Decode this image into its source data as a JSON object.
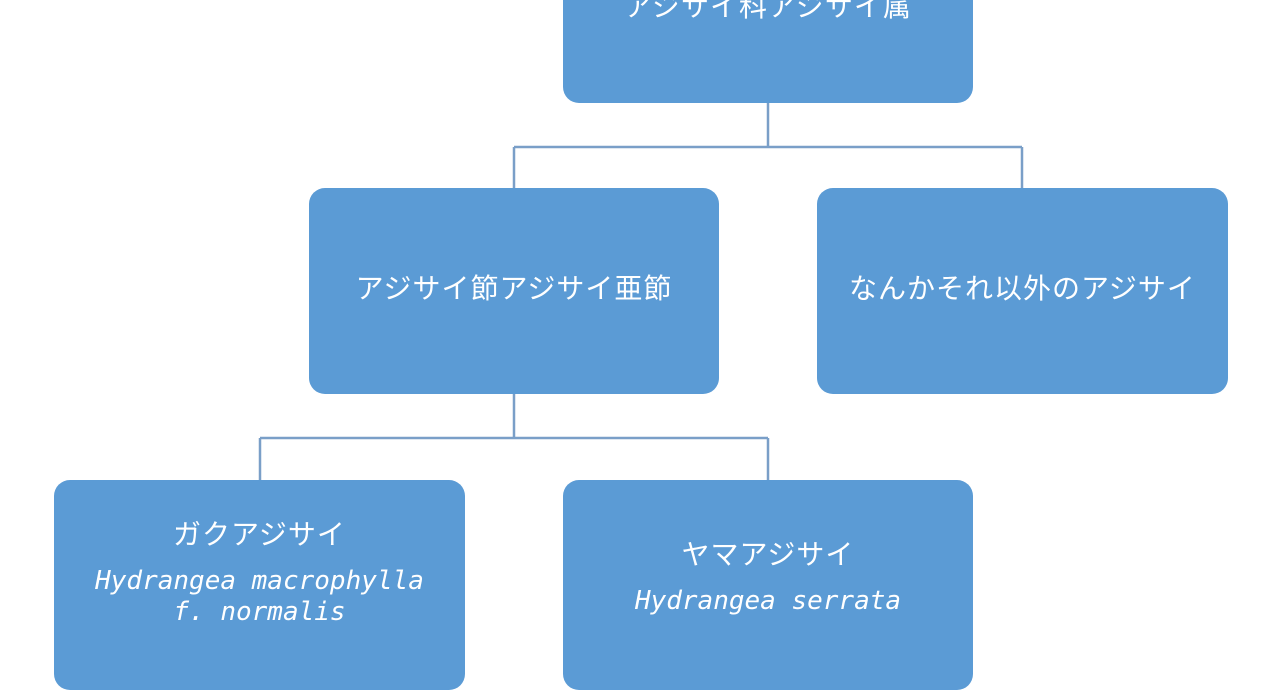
{
  "colors": {
    "node_fill": "#5b9bd5",
    "connector": "#7a9fc8",
    "text": "#ffffff"
  },
  "nodes": {
    "root": {
      "label": "アジサイ科アジサイ属"
    },
    "section_macrophylla": {
      "label": "アジサイ節アジサイ亜節"
    },
    "others": {
      "label": "なんかそれ以外のアジサイ"
    },
    "gaku": {
      "label": "ガクアジサイ",
      "scientific": "Hydrangea macrophylla\nf. normalis"
    },
    "yama": {
      "label": "ヤマアジサイ",
      "scientific": "Hydrangea serrata"
    }
  }
}
